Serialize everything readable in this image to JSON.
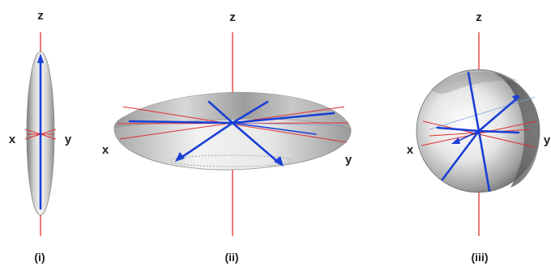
{
  "panels": [
    {
      "label": "(i)",
      "axes": {
        "x": "x",
        "y": "y",
        "z": "z"
      }
    },
    {
      "label": "(ii)",
      "axes": {
        "x": "x",
        "y": "y",
        "z": "z"
      }
    },
    {
      "label": "(iii)",
      "axes": {
        "x": "x",
        "y": "y",
        "z": "z"
      }
    }
  ],
  "colors": {
    "z_axis": "#e02020",
    "red_lines": "#e03030",
    "blue_vectors": "#1a3fd6",
    "surface_light": "#f4f4f4",
    "surface_dark": "#8c8c8c"
  }
}
